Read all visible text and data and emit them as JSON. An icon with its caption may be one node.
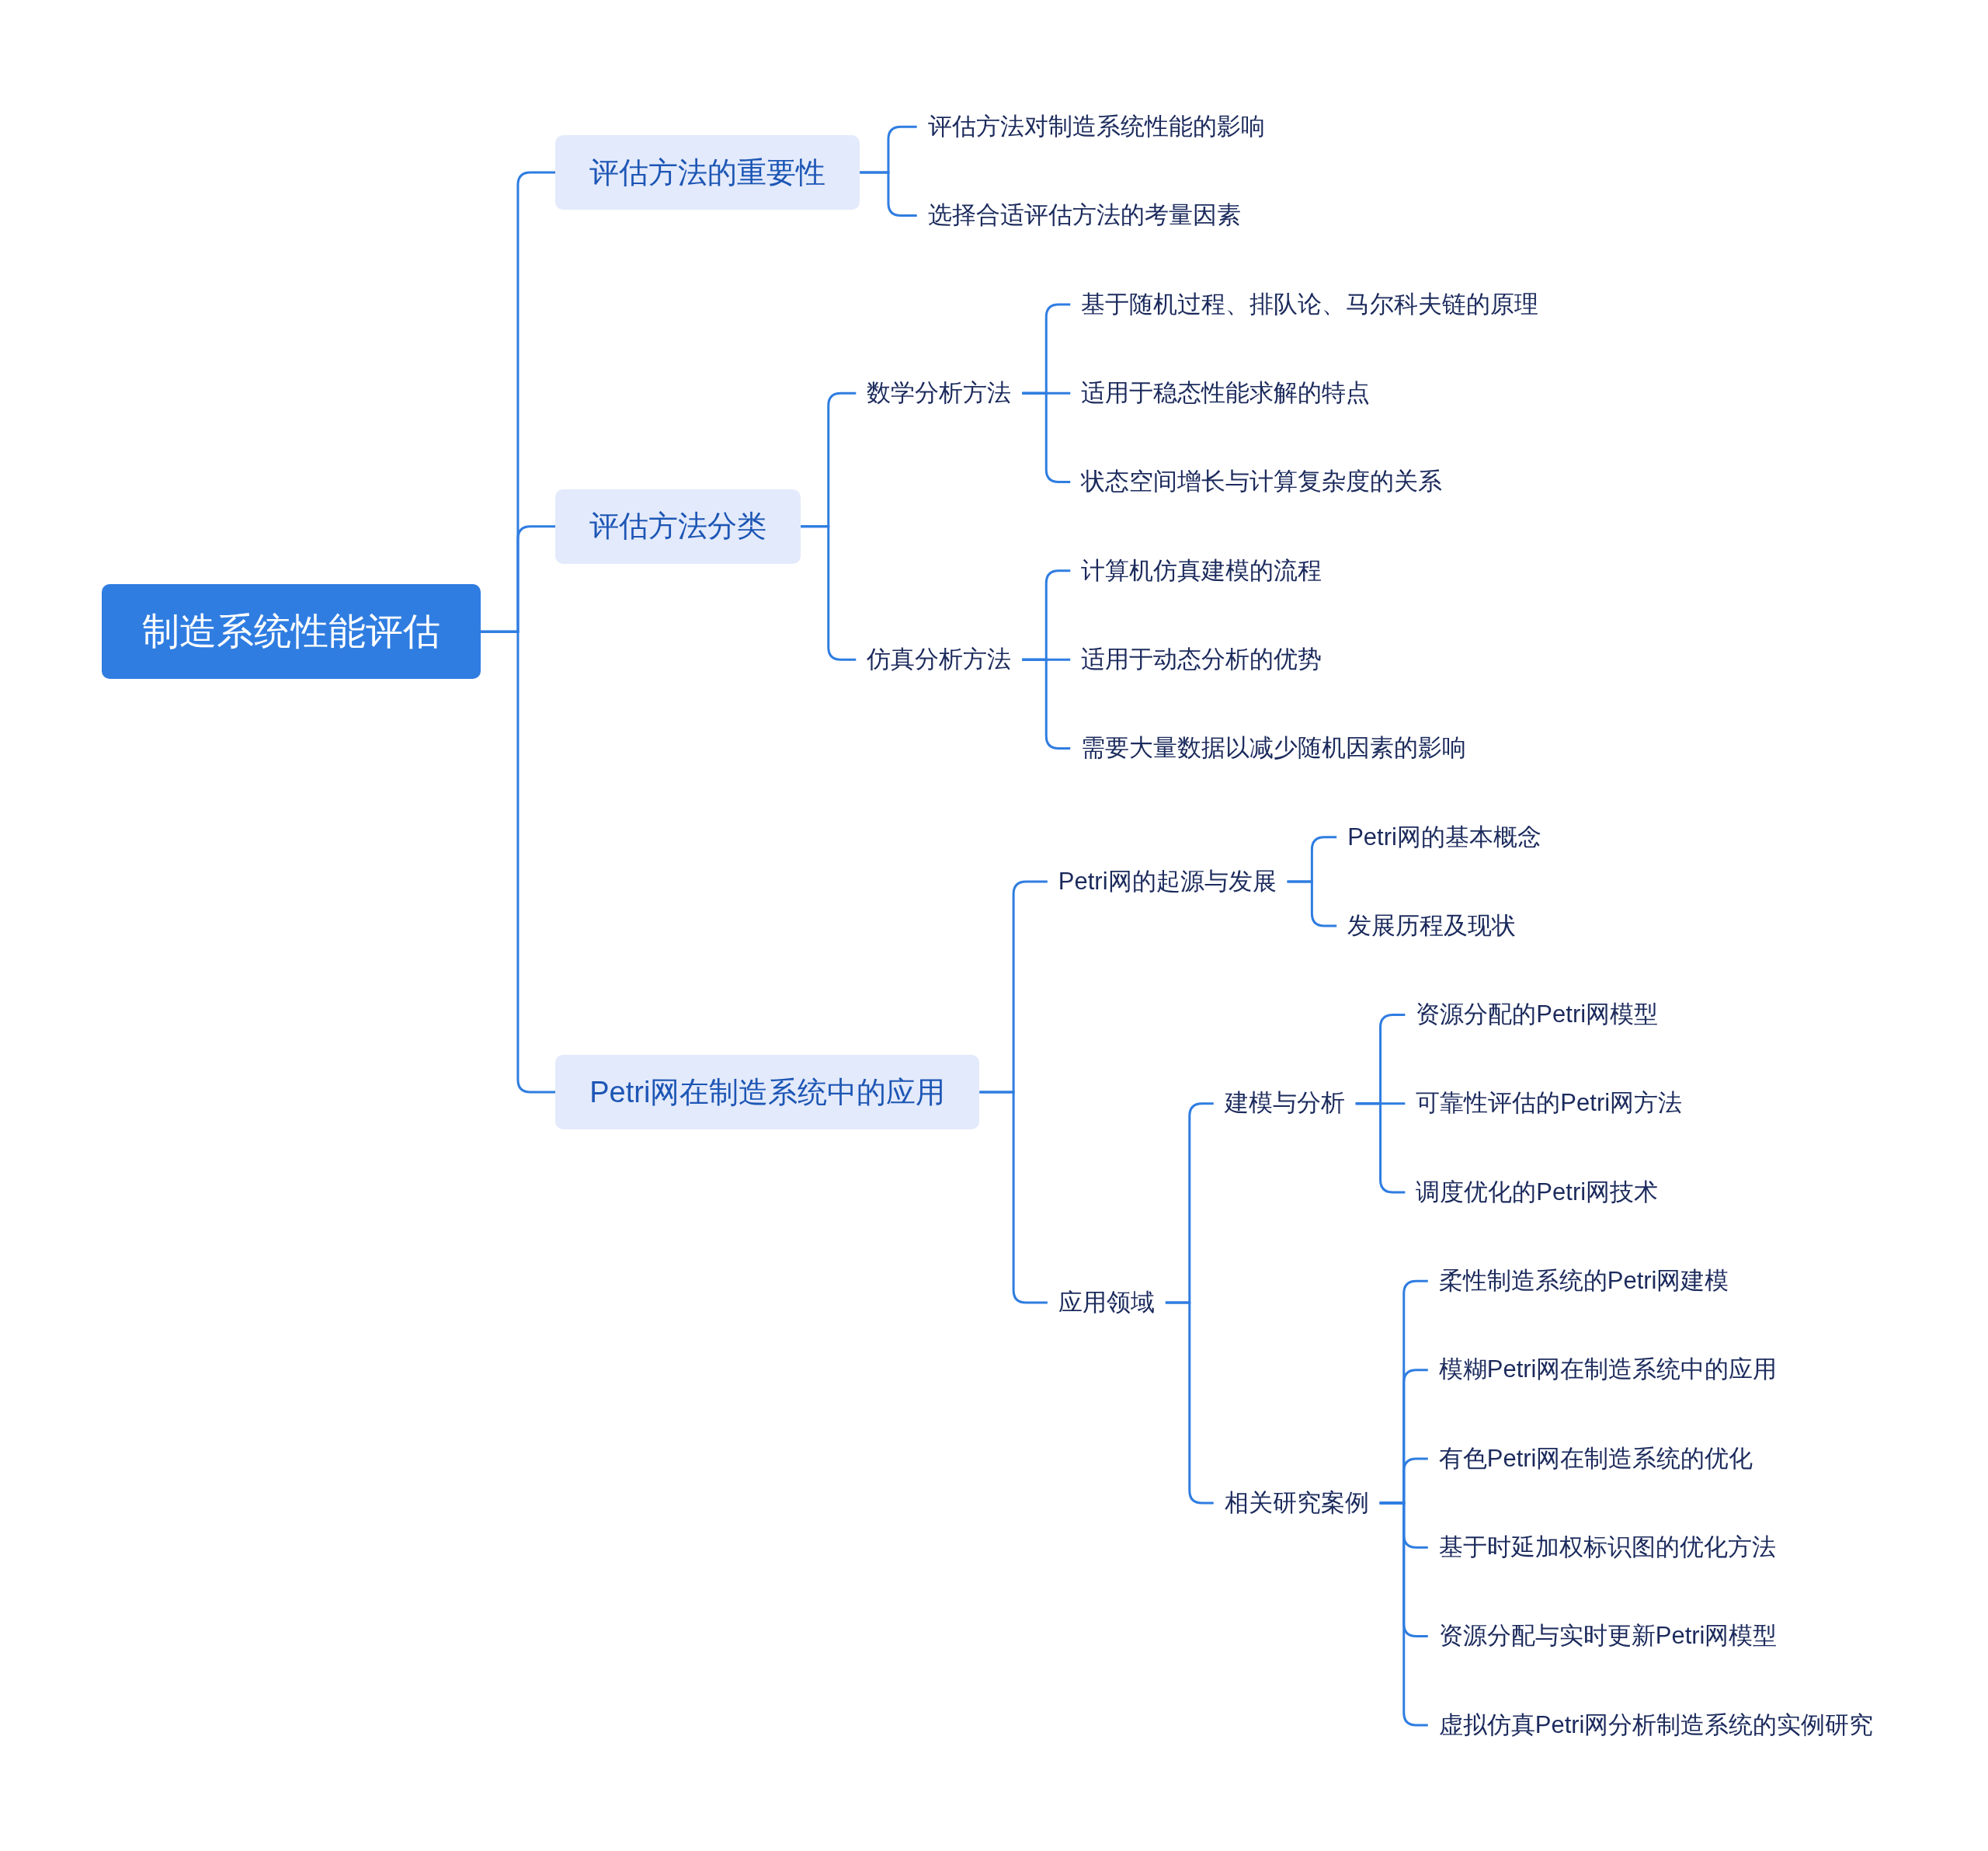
{
  "diagram": {
    "nodes": [
      {
        "text": [
          "制造系统性能评估"
        ]
      },
      {
        "text": [
          "评估方法的重要性"
        ]
      },
      {
        "text": [
          "评估方法对制造系统性能的影响"
        ]
      },
      {
        "text": [
          "选择合适评估方法的考量因素"
        ]
      },
      {
        "text": [
          "评估方法分类"
        ]
      },
      {
        "text": [
          "数学分析方法"
        ]
      },
      {
        "text": [
          "基于随机过程、排队论、马尔科夫链的原理"
        ]
      },
      {
        "text": [
          "适用于稳态性能求解的特点"
        ]
      },
      {
        "text": [
          "状态空间增长与计算复杂度的关系"
        ]
      },
      {
        "text": [
          "仿真分析方法"
        ]
      },
      {
        "text": [
          "计算机仿真建模的流程"
        ]
      },
      {
        "text": [
          "适用于动态分析的优势"
        ]
      },
      {
        "text": [
          "需要大量数据以减少随机因素的影响"
        ]
      },
      {
        "text": [
          "Petri网在制造系统中的应用"
        ]
      },
      {
        "text": [
          "Petri网的起源与发展"
        ]
      },
      {
        "text": [
          "Petri网的基本概念"
        ]
      },
      {
        "text": [
          "发展历程及现状"
        ]
      },
      {
        "text": [
          "应用领域"
        ]
      },
      {
        "text": [
          "建模与分析"
        ]
      },
      {
        "text": [
          "资源分配的Petri网模型"
        ]
      },
      {
        "text": [
          "可靠性评估的Petri网方法"
        ]
      },
      {
        "text": [
          "调度优化的Petri网技术"
        ]
      },
      {
        "text": [
          "相关研究案例"
        ]
      },
      {
        "text": [
          "柔性制造系统的Petri网建模"
        ]
      },
      {
        "text": [
          "模糊Petri网在制造系统中的应用"
        ]
      },
      {
        "text": [
          "有色Petri网在制造系统的优化"
        ]
      },
      {
        "text": [
          "基于时延加权标识图的优化方法"
        ]
      },
      {
        "text": [
          "资源分配与实时更新Petri网模型"
        ]
      },
      {
        "text": [
          "虚拟仿真Petri网分析制造系统的实例研究"
        ]
      }
    ],
    "edges": [
      {
        "from": 0,
        "to": 1,
        "arrow": "none"
      },
      {
        "from": 1,
        "to": 2,
        "arrow": "none"
      },
      {
        "from": 1,
        "to": 3,
        "arrow": "none"
      },
      {
        "from": 0,
        "to": 4,
        "arrow": "none"
      },
      {
        "from": 4,
        "to": 5,
        "arrow": "none"
      },
      {
        "from": 5,
        "to": 6,
        "arrow": "none"
      },
      {
        "from": 5,
        "to": 7,
        "arrow": "none"
      },
      {
        "from": 5,
        "to": 8,
        "arrow": "none"
      },
      {
        "from": 4,
        "to": 9,
        "arrow": "none"
      },
      {
        "from": 9,
        "to": 10,
        "arrow": "none"
      },
      {
        "from": 9,
        "to": 11,
        "arrow": "none"
      },
      {
        "from": 9,
        "to": 12,
        "arrow": "none"
      },
      {
        "from": 0,
        "to": 13,
        "arrow": "none"
      },
      {
        "from": 13,
        "to": 14,
        "arrow": "none"
      },
      {
        "from": 14,
        "to": 15,
        "arrow": "none"
      },
      {
        "from": 14,
        "to": 16,
        "arrow": "none"
      },
      {
        "from": 13,
        "to": 17,
        "arrow": "none"
      },
      {
        "from": 17,
        "to": 18,
        "arrow": "none"
      },
      {
        "from": 18,
        "to": 19,
        "arrow": "none"
      },
      {
        "from": 18,
        "to": 20,
        "arrow": "none"
      },
      {
        "from": 18,
        "to": 21,
        "arrow": "none"
      },
      {
        "from": 17,
        "to": 22,
        "arrow": "none"
      },
      {
        "from": 22,
        "to": 23,
        "arrow": "none"
      },
      {
        "from": 22,
        "to": 24,
        "arrow": "none"
      },
      {
        "from": 22,
        "to": 25,
        "arrow": "none"
      },
      {
        "from": 22,
        "to": 26,
        "arrow": "none"
      },
      {
        "from": 22,
        "to": 27,
        "arrow": "none"
      },
      {
        "from": 22,
        "to": 28,
        "arrow": "none"
      }
    ]
  }
}
